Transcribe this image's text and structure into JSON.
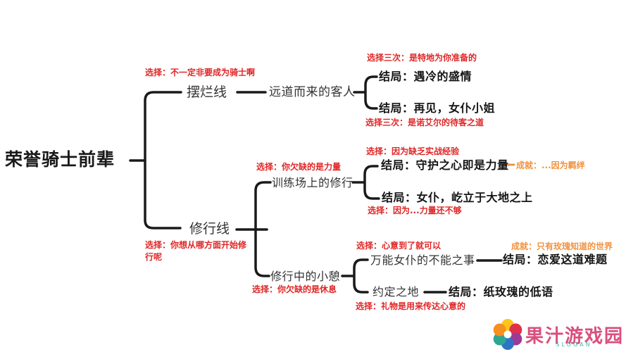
{
  "tree": {
    "root": "荣誉骑士前辈",
    "bailan": {
      "choice": "选择：不一定非要成为骑士啊",
      "line": "摆烂线",
      "quest": "远道而来的客人",
      "ending1": "结局：遇冷的盛情",
      "ending1_choice": "选择三次：是特地为你准备的",
      "ending2": "结局：再见，女仆小姐",
      "ending2_choice": "选择三次：是诺艾尔的待客之道"
    },
    "xiuxing": {
      "line": "修行线",
      "choice": "选择：你想从哪方面开始修行呢",
      "training": {
        "choice": "选择：你欠缺的是力量",
        "quest": "训练场上的修行",
        "ending1": "结局：守护之心即是力量",
        "ending1_choice": "选择：因为缺乏实战经验",
        "ending1_achievement": "成就：...因为羁绊",
        "ending2": "结局：女仆，屹立于大地之上",
        "ending2_choice": "选择：因为...力量还不够"
      },
      "rest": {
        "choice": "选择：你欠缺的是休息",
        "quest": "修行中的小憩",
        "sub1": {
          "choice": "选择：心意到了就可以",
          "quest": "万能女仆的不能之事",
          "achievement": "成就：只有玫瑰知道的世界",
          "ending": "结局：恋爱这道难题"
        },
        "sub2": {
          "choice": "选择：礼物是用来传达心意的",
          "quest": "约定之地",
          "ending": "结局：纸玫瑰的低语"
        }
      }
    }
  },
  "logo": {
    "brand": "果汁游戏园",
    "slogan": "SLOGAN",
    "petal_colors": [
      "#FFC61A",
      "#E0314B",
      "#9B3B96",
      "#2D74C4",
      "#2FA693",
      "#F5911E"
    ]
  },
  "colors": {
    "line": "#1a1a1a",
    "node_text": "#333333",
    "ending_text": "#141414",
    "choice_text": "#e02626",
    "achievement_text": "#f29240",
    "brand_text": "#d94f7c",
    "slogan_text": "#45b8ac",
    "bg": "#ffffff"
  }
}
